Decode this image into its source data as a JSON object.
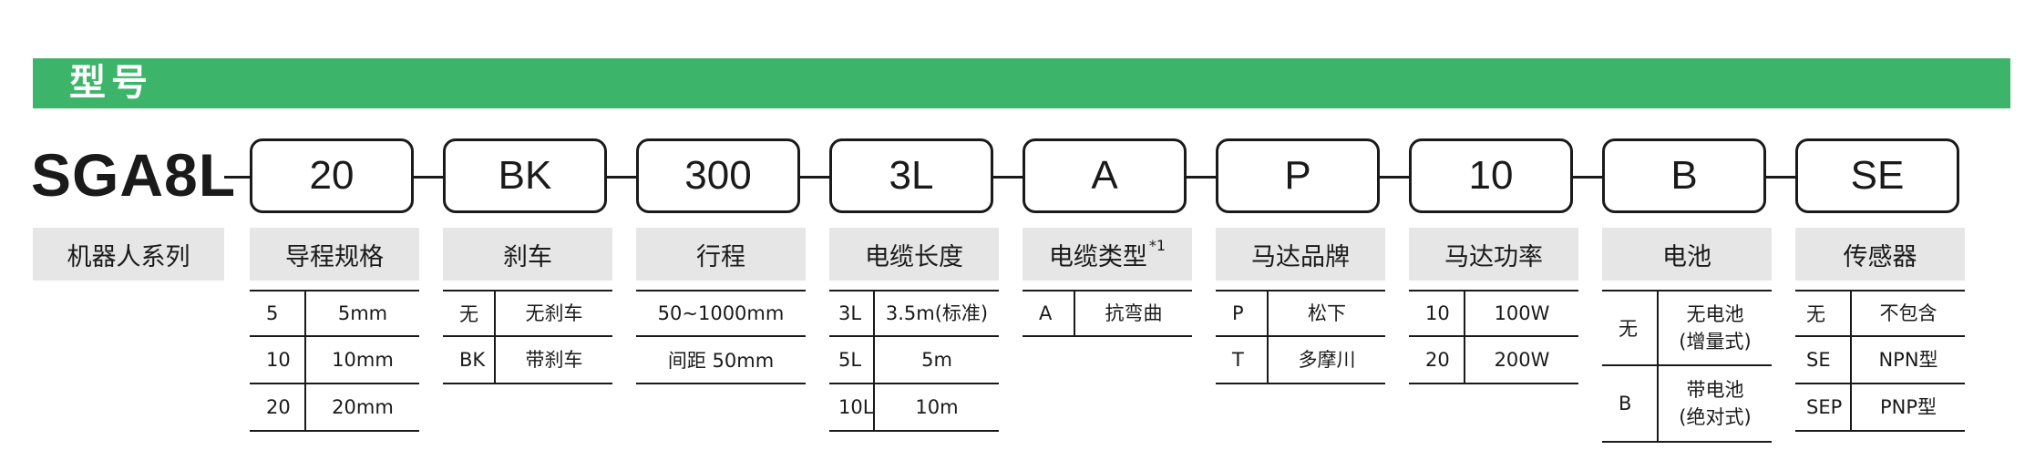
{
  "header": {
    "title": "型号"
  },
  "model": "SGA8L",
  "codes": [
    {
      "code": "20",
      "label": "导程规格",
      "sup": ""
    },
    {
      "code": "BK",
      "label": "刹车",
      "sup": ""
    },
    {
      "code": "300",
      "label": "行程",
      "sup": ""
    },
    {
      "code": "3L",
      "label": "电缆长度",
      "sup": ""
    },
    {
      "code": "A",
      "label": "电缆类型",
      "sup": "*1"
    },
    {
      "code": "P",
      "label": "马达品牌",
      "sup": ""
    },
    {
      "code": "10",
      "label": "马达功率",
      "sup": ""
    },
    {
      "code": "B",
      "label": "电池",
      "sup": ""
    },
    {
      "code": "SE",
      "label": "传感器",
      "sup": ""
    }
  ],
  "robot_series_label": "机器人系列",
  "tables": {
    "lead": [
      {
        "k": "5",
        "v": "5mm"
      },
      {
        "k": "10",
        "v": "10mm"
      },
      {
        "k": "20",
        "v": "20mm"
      }
    ],
    "brake": [
      {
        "k": "无",
        "v": "无刹车"
      },
      {
        "k": "BK",
        "v": "带刹车"
      }
    ],
    "stroke": [
      "50~1000mm",
      "间距 50mm"
    ],
    "cable_length": [
      {
        "k": "3L",
        "v": "3.5m(标准)"
      },
      {
        "k": "5L",
        "v": "5m"
      },
      {
        "k": "10L",
        "v": "10m"
      }
    ],
    "cable_type": [
      {
        "k": "A",
        "v": "抗弯曲"
      }
    ],
    "motor_brand": [
      {
        "k": "P",
        "v": "松下"
      },
      {
        "k": "T",
        "v": "多摩川"
      }
    ],
    "motor_power": [
      {
        "k": "10",
        "v": "100W"
      },
      {
        "k": "20",
        "v": "200W"
      }
    ],
    "battery": [
      {
        "k": "无",
        "v1": "无电池",
        "v2": "(增量式)"
      },
      {
        "k": "B",
        "v1": "带电池",
        "v2": "(绝对式)"
      }
    ],
    "sensor": [
      {
        "k": "无",
        "v": "不包含"
      },
      {
        "k": "SE",
        "v": "NPN型"
      },
      {
        "k": "SEP",
        "v": "PNP型"
      }
    ]
  }
}
